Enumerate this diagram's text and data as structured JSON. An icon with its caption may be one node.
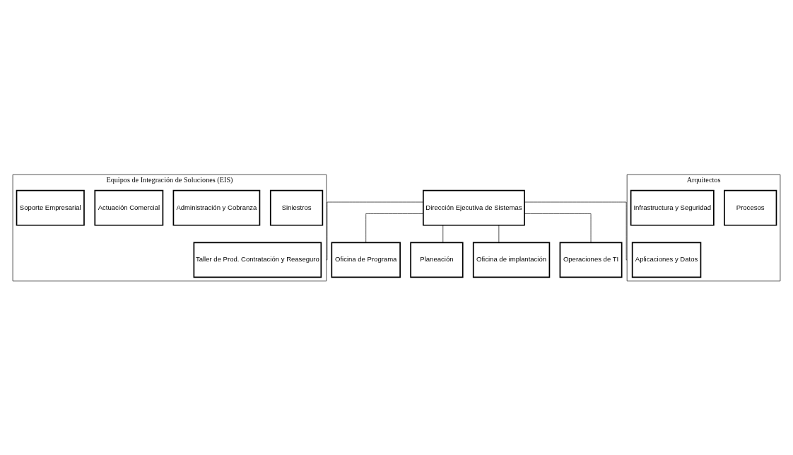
{
  "diagram": {
    "nodes": [
      {
        "text": [
          "Dirección Ejecutiva de Sistemas"
        ]
      },
      {
        "text": [
          "Oficina de Programa"
        ]
      },
      {
        "text": [
          "Planeación"
        ]
      },
      {
        "text": [
          "Equipos de Integración de Soluciones (EIS)"
        ]
      },
      {
        "text": [
          "Taller de Prod. Contratación y Reaseguro"
        ],
        "in": 3
      },
      {
        "text": [
          "Siniestros"
        ],
        "in": 3
      },
      {
        "text": [
          "Administración y Cobranza"
        ],
        "in": 3
      },
      {
        "text": [
          "Actuación Comercial"
        ],
        "in": 3
      },
      {
        "text": [
          "Soporte Empresarial"
        ],
        "in": 3
      },
      {
        "text": [
          "Oficina de implantación"
        ]
      },
      {
        "text": [
          "Operaciones de TI"
        ]
      },
      {
        "text": [
          "Arquitectos"
        ]
      },
      {
        "text": [
          "Aplicaciones y Datos"
        ],
        "in": 11
      },
      {
        "text": [
          "Procesos"
        ],
        "in": 11
      },
      {
        "text": [
          "Infrastructura y Seguridad"
        ],
        "in": 11
      }
    ],
    "edges": [
      {
        "from": 0,
        "to": 1,
        "arrow": "none"
      },
      {
        "from": 0,
        "to": 2,
        "arrow": "none"
      },
      {
        "from": 0,
        "to": 3,
        "arrow": "none"
      },
      {
        "from": 0,
        "to": 9,
        "arrow": "none"
      },
      {
        "from": 0,
        "to": 10,
        "arrow": "none"
      },
      {
        "from": 0,
        "to": 11,
        "arrow": "none"
      }
    ]
  }
}
